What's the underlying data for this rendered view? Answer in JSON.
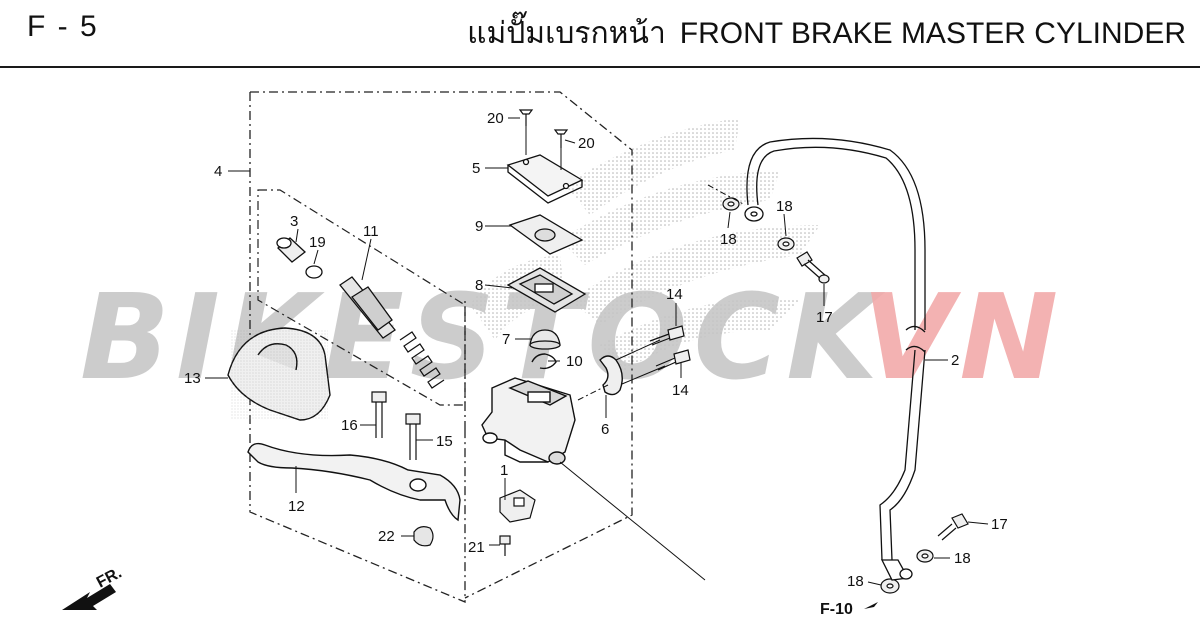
{
  "header": {
    "page_code": "F - 5",
    "title_th": "แม่ปั๊มเบรกหน้า",
    "title_en": "FRONT BRAKE MASTER CYLINDER"
  },
  "watermark": {
    "text_a": "BIKESTOCK",
    "text_b": "VN",
    "color_a": "#c4c4c4",
    "color_b": "#f2aaaa"
  },
  "callouts": {
    "c1": "1",
    "c2": "2",
    "c3": "3",
    "c4": "4",
    "c5": "5",
    "c6": "6",
    "c7": "7",
    "c8": "8",
    "c9": "9",
    "c10": "10",
    "c11": "11",
    "c12": "12",
    "c13": "13",
    "c14a": "14",
    "c14b": "14",
    "c15": "15",
    "c16": "16",
    "c17a": "17",
    "c17b": "17",
    "c18a": "18",
    "c18b": "18",
    "c18c": "18",
    "c18d": "18",
    "c19": "19",
    "c20a": "20",
    "c20b": "20",
    "c21": "21",
    "c22": "22"
  },
  "references": {
    "front_label": "FR.",
    "ref_f10": "F-10"
  }
}
